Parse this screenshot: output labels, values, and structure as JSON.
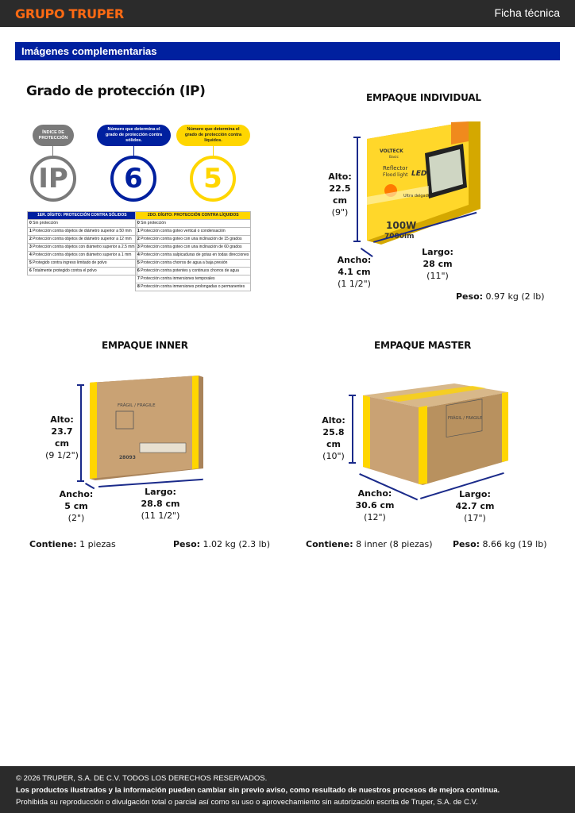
{
  "header": {
    "logo": "GRUPO TRUPER",
    "right_title": "Ficha técnica"
  },
  "band": {
    "title": "Imágenes complementarias"
  },
  "ip": {
    "title": "Grado de protección (IP)",
    "pill_index": "ÍNDICE DE PROTECCIÓN",
    "pill_solid": "Número que determina el grado de protección contra sólidos.",
    "pill_liquid": "Número que determina el grado de protección contra líquidos.",
    "circle_ip": "IP",
    "circle_6": "6",
    "circle_5": "5",
    "col1_header": "1ER. DÍGITO: PROTECCIÓN CONTRA SÓLIDOS",
    "col2_header": "2DO. DÍGITO: PROTECCIÓN CONTRA LÍQUIDOS",
    "solids": [
      {
        "d": "0",
        "t": "Sin protección"
      },
      {
        "d": "1",
        "t": "Protección contra objetos de diámetro superior a 50 mm"
      },
      {
        "d": "2",
        "t": "Protección contra objetos de diámetro superior a 12 mm"
      },
      {
        "d": "3",
        "t": "Protección contra objetos con diámetro superior a 2.5 mm"
      },
      {
        "d": "4",
        "t": "Protección contra objetos con diámetro superior a 1 mm"
      },
      {
        "d": "5",
        "t": "Protegido contra ingreso limitado de polvo"
      },
      {
        "d": "6",
        "t": "Totalmente protegido contra el polvo"
      }
    ],
    "liquids": [
      {
        "d": "0",
        "t": "Sin protección"
      },
      {
        "d": "1",
        "t": "Protección contra goteo vertical o condensación"
      },
      {
        "d": "2",
        "t": "Protección contra goteo con una inclinación de 15 grados"
      },
      {
        "d": "3",
        "t": "Protección contra goteo con una inclinación de 60 grados"
      },
      {
        "d": "4",
        "t": "Protección contra salpicaduras de gotas en todas direcciones"
      },
      {
        "d": "5",
        "t": "Protección contra chorros de agua a baja presión"
      },
      {
        "d": "6",
        "t": "Protección contra potentes y continuos chorros de agua"
      },
      {
        "d": "7",
        "t": "Protección contra inmersiones temporales"
      },
      {
        "d": "8",
        "t": "Protección contra inmersiones prolongadas o permanentes"
      }
    ]
  },
  "individual": {
    "title": "EMPAQUE INDIVIDUAL",
    "alto_l": "Alto:",
    "alto_v": "22.5 cm",
    "alto_f": "(9\")",
    "ancho_l": "Ancho:",
    "ancho_v": "4.1 cm",
    "ancho_f": "(1 1/2\")",
    "largo_l": "Largo:",
    "largo_v": "28 cm",
    "largo_f": "(11\")",
    "peso_l": "Peso:",
    "peso_v": "0.97 kg (2 lb)",
    "box_brand": "VOLTECK",
    "box_line": "Basic",
    "box_name": "Reflector",
    "box_sub": "Flood light",
    "box_led": "LED",
    "box_watts": "100W",
    "box_lm": "7000lm",
    "box_tag": "Ultra delgado"
  },
  "inner": {
    "title": "EMPAQUE INNER",
    "alto_l": "Alto:",
    "alto_v": "23.7 cm",
    "alto_f": "(9 1/2\")",
    "ancho_l": "Ancho:",
    "ancho_v": "5 cm",
    "ancho_f": "(2\")",
    "largo_l": "Largo:",
    "largo_v": "28.8 cm",
    "largo_f": "(11 1/2\")",
    "contiene_l": "Contiene:",
    "contiene_v": "1 piezas",
    "peso_l": "Peso:",
    "peso_v": "1.02 kg (2.3 lb)",
    "box_text": "FRÁGIL / FRAGILE",
    "box_code": "28093"
  },
  "master": {
    "title": "EMPAQUE MASTER",
    "alto_l": "Alto:",
    "alto_v": "25.8 cm",
    "alto_f": "(10\")",
    "ancho_l": "Ancho:",
    "ancho_v": "30.6 cm",
    "ancho_f": "(12\")",
    "largo_l": "Largo:",
    "largo_v": "42.7 cm",
    "largo_f": "(17\")",
    "contiene_l": "Contiene:",
    "contiene_v": "8 inner (8 piezas)",
    "peso_l": "Peso:",
    "peso_v": "8.66 kg (19 lb)",
    "box_text": "FRÁGIL / FRAGILE"
  },
  "footer": {
    "line1": "© 2026 TRUPER, S.A. DE C.V. TODOS LOS DERECHOS RESERVADOS.",
    "line2": "Los productos ilustrados y la información pueden cambiar sin previo aviso, como resultado de nuestros procesos de mejora continua.",
    "line3": "Prohibida su reproducción o divulgación total o parcial así como su uso o aprovechamiento sin autorización escrita de Truper, S.A. de C.V."
  },
  "colors": {
    "brand_orange": "#ff6a13",
    "band_blue": "#00209f",
    "ip_yellow": "#ffd600",
    "carton": "#c9a274"
  }
}
